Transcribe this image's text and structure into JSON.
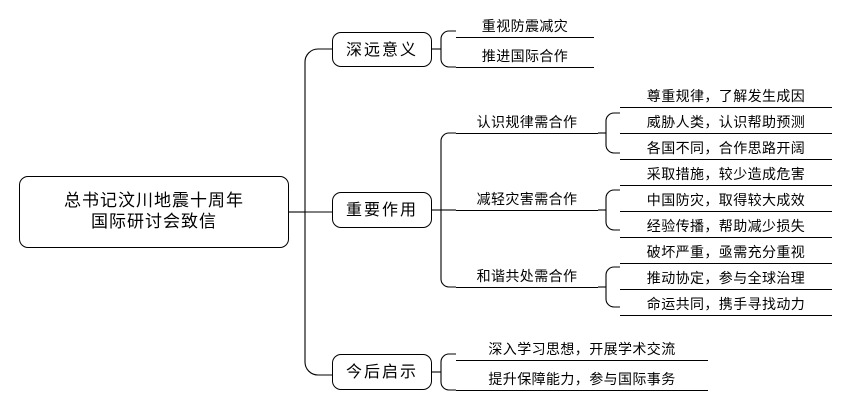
{
  "diagram": {
    "type": "mind-map",
    "title": "总书记汶川地震十周年国际研讨会致信",
    "root": {
      "label": "总书记汶川地震十周年\n国际研讨会致信",
      "line1": "总书记汶川地震十周年",
      "line2": "国际研讨会致信"
    },
    "branches": [
      {
        "label": "深远意义",
        "children": [
          {
            "label": "重视防震减灾"
          },
          {
            "label": "推进国际合作"
          }
        ]
      },
      {
        "label": "重要作用",
        "subbranches": [
          {
            "label": "认识规律需合作",
            "children": [
              {
                "label": "尊重规律，了解发生成因"
              },
              {
                "label": "威胁人类，认识帮助预测"
              },
              {
                "label": "各国不同，合作思路开阔"
              }
            ]
          },
          {
            "label": "减轻灾害需合作",
            "children": [
              {
                "label": "采取措施，较少造成危害"
              },
              {
                "label": "中国防灾，取得较大成效"
              },
              {
                "label": "经验传播，帮助减少损失"
              }
            ]
          },
          {
            "label": "和谐共处需合作",
            "children": [
              {
                "label": "破坏严重，亟需充分重视"
              },
              {
                "label": "推动协定，参与全球治理"
              },
              {
                "label": "命运共同，携手寻找动力"
              }
            ]
          }
        ]
      },
      {
        "label": "今后启示",
        "children": [
          {
            "label": "深入学习思想，开展学术交流"
          },
          {
            "label": "提升保障能力，参与国际事务"
          }
        ]
      }
    ],
    "colors": {
      "stroke": "#000000",
      "background": "#ffffff",
      "text": "#000000"
    }
  }
}
